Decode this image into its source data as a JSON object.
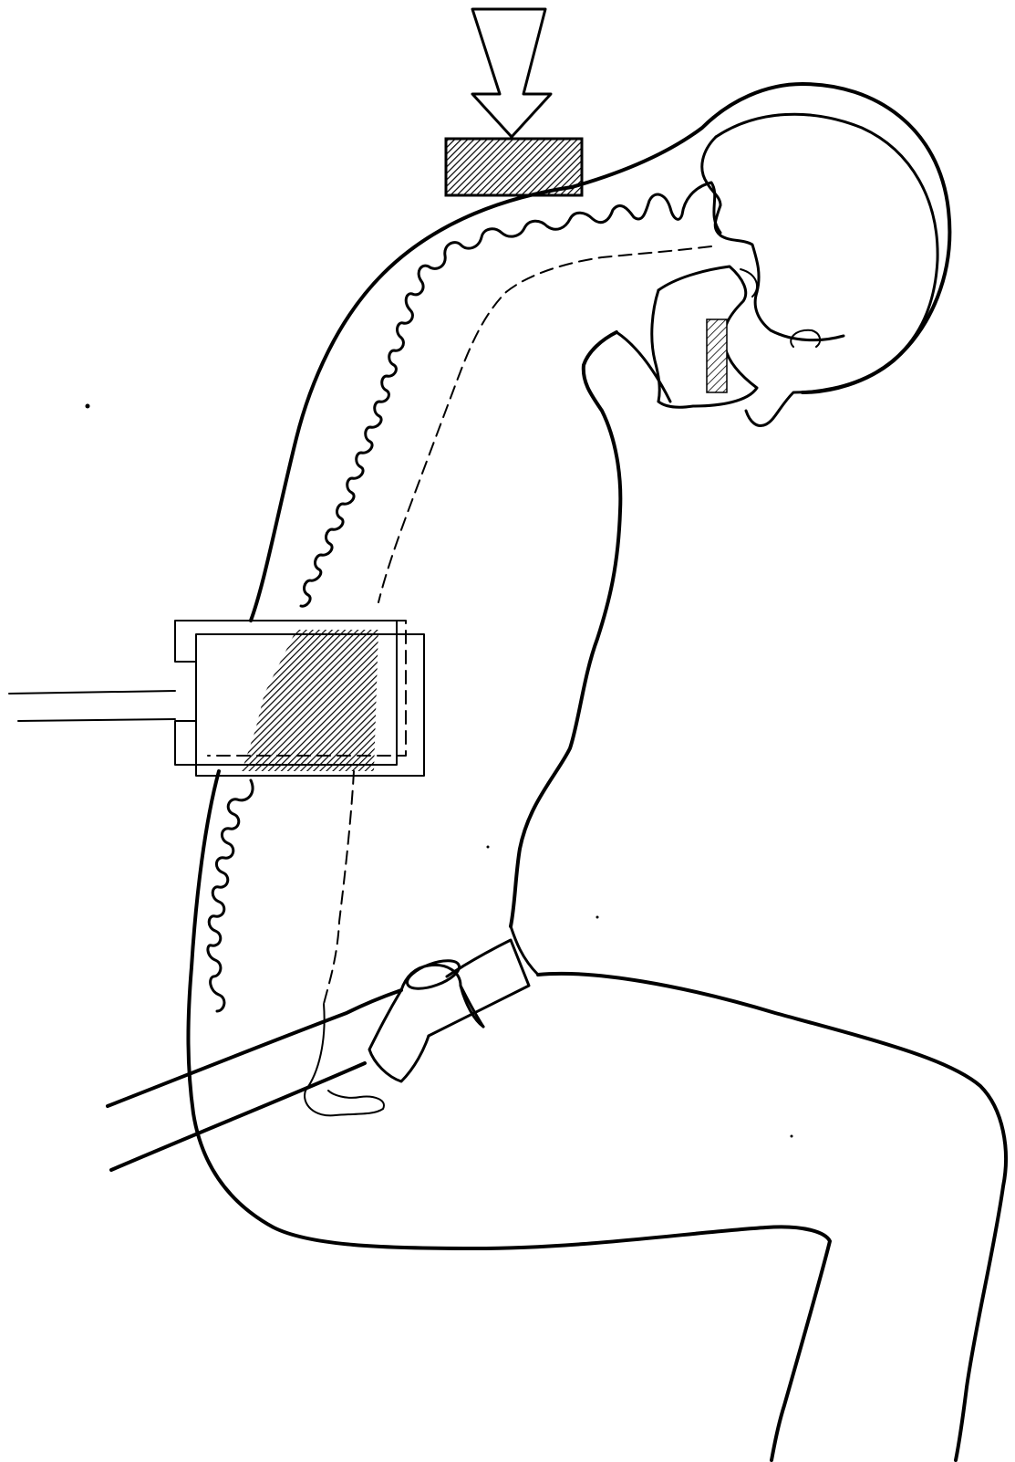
{
  "figure": {
    "colors": {
      "ink": "#000000",
      "paper": "#ffffff"
    },
    "elements": [
      "load-arrow",
      "pressure-block",
      "skull",
      "spine-cervical-thoracic",
      "spine-lumbar",
      "torso-outline",
      "pressure-transducer",
      "support-strap",
      "thigh-outline"
    ]
  }
}
